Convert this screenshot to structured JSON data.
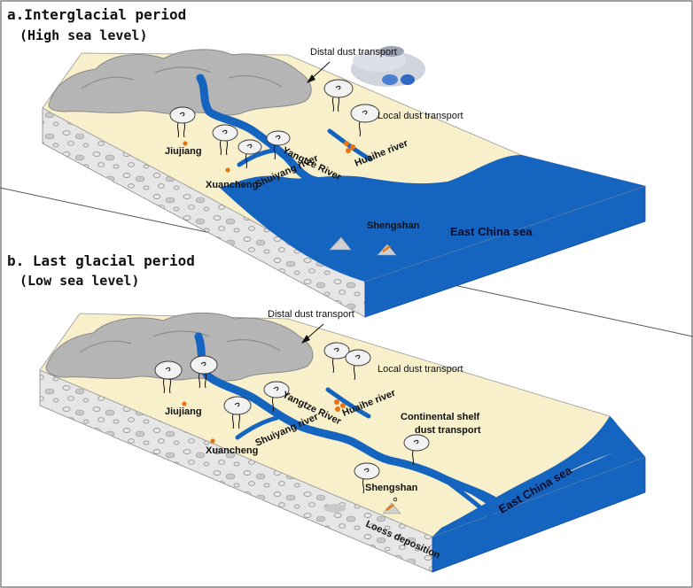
{
  "panels": [
    {
      "title": "a.Interglacial period",
      "subtitle": "(High sea level)",
      "labels": {
        "distal": "Distal dust transport",
        "local": "Local dust transport",
        "jiujiang": "Jiujiang",
        "xuancheng": "Xuancheng",
        "shuiyang": "Shuiyang river",
        "yangtze": "Yangtze River",
        "huaihe": "Huaihe river",
        "shengshan": "Shengshan",
        "sea": "East China sea"
      }
    },
    {
      "title": "b. Last glacial period",
      "subtitle": "(Low sea level)",
      "labels": {
        "distal": "Distal dust transport",
        "local": "Local dust transport",
        "jiujiang": "Jiujiang",
        "xuancheng": "Xuancheng",
        "shuiyang": "Shuiyang river",
        "yangtze": "Yangtze River",
        "huaihe": "Huaihe river",
        "shelf1": "Continental shelf",
        "shelf2": "dust transport",
        "shengshan": "Shengshan",
        "loess": "Loess deposition",
        "sea": "East China sea"
      }
    }
  ],
  "colors": {
    "land": "#f8efcb",
    "mountain": "#b5b5b5",
    "river": "#1565c0",
    "sea": "#1565c0",
    "base": "#e6e6e6",
    "site": "#e87511"
  }
}
